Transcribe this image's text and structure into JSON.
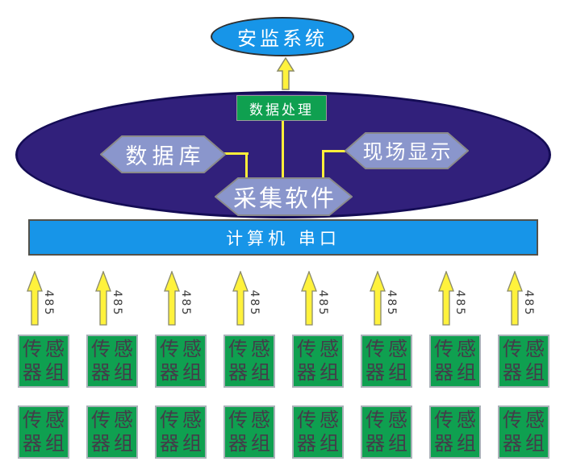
{
  "top_system": {
    "label": "安监系统"
  },
  "platform": {
    "data_processing": "数据处理",
    "database": "数据库",
    "field_display": "现场显示",
    "collect_software": "采集软件"
  },
  "serial_bar": {
    "label": "计算机 串口"
  },
  "bus": {
    "label": "485",
    "count": 8
  },
  "sensor": {
    "line1": "传感",
    "line2": "器组",
    "rows": 2,
    "per_row": 8
  },
  "colors": {
    "azure": "#1795E8",
    "dark_indigo": "#31207B",
    "green": "#0FA050",
    "periwinkle": "#8A96CC",
    "yellow": "#FFF23C",
    "label_dark": "#433C49"
  }
}
